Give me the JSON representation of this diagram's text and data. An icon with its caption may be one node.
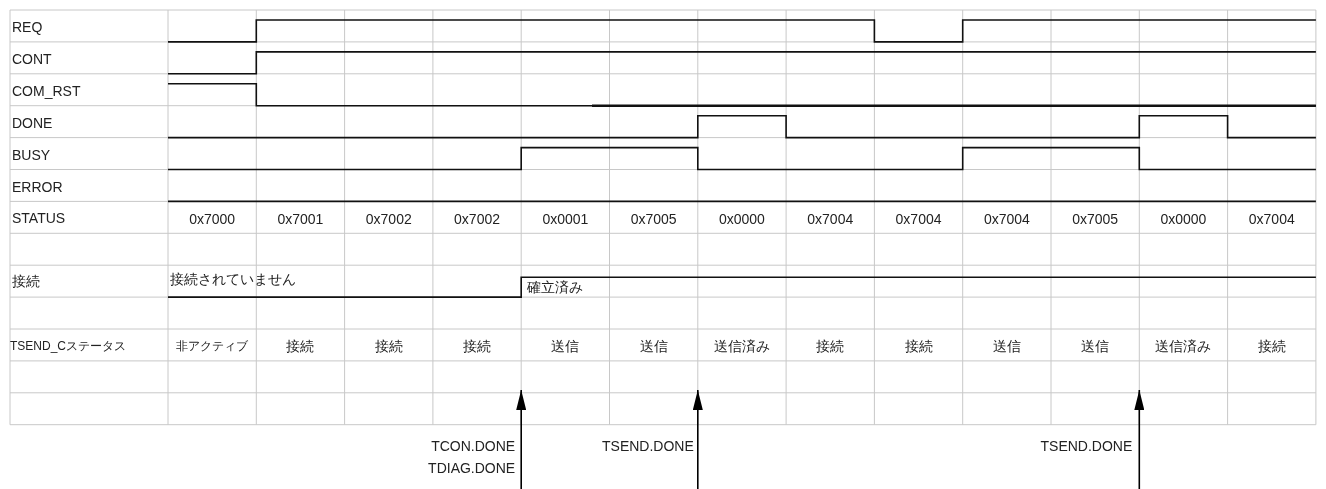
{
  "diagram": {
    "labels": [
      "REQ",
      "CONT",
      "COM_RST",
      "DONE",
      "BUSY",
      "ERROR",
      "STATUS",
      "0x7000",
      "0x7001",
      "0x7002",
      "0x7002",
      "0x0001",
      "0x7005",
      "0x0000",
      "0x7004",
      "0x7004",
      "0x7004",
      "0x7005",
      "0x0000",
      "0x7004",
      "接続",
      "接続されていません",
      "確立済み",
      "TSEND_Cステータス",
      "非アクティブ",
      "接続",
      "接続",
      "接続",
      "送信",
      "送信",
      "送信済み",
      "接続",
      "接続",
      "送信",
      "送信",
      "送信済み",
      "接続",
      "TCON.DONE",
      "TDIAG.DONE",
      "TSEND.DONE",
      "TSEND.DONE"
    ]
  }
}
